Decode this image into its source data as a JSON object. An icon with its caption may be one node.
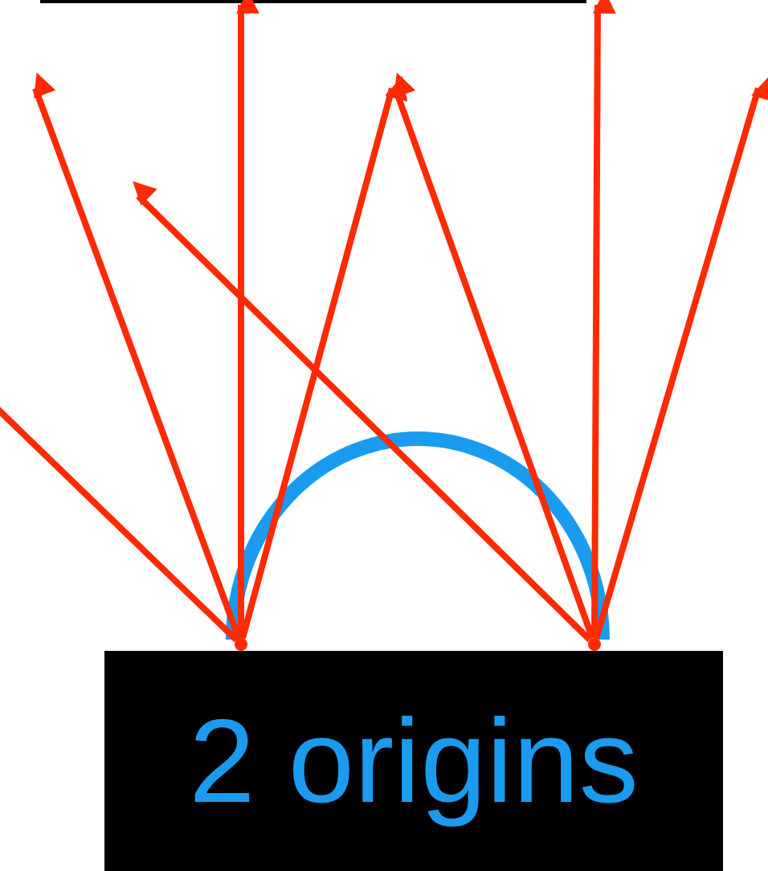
{
  "diagram": {
    "nodes": [
      {
        "text": [],
        "shape": "point"
      },
      {
        "text": [],
        "shape": "point"
      },
      {
        "text": [
          "2 origins"
        ]
      }
    ],
    "edges": [
      {
        "from": 0,
        "to": null,
        "arrow": "to"
      },
      {
        "from": 0,
        "to": null,
        "arrow": "to"
      },
      {
        "from": 0,
        "to": null,
        "arrow": "to"
      },
      {
        "from": 0,
        "to": null,
        "arrow": "none"
      },
      {
        "from": 1,
        "to": null,
        "arrow": "to"
      },
      {
        "from": 1,
        "to": null,
        "arrow": "to"
      },
      {
        "from": 1,
        "to": null,
        "arrow": "to"
      },
      {
        "from": 1,
        "to": null,
        "arrow": "to"
      }
    ]
  }
}
